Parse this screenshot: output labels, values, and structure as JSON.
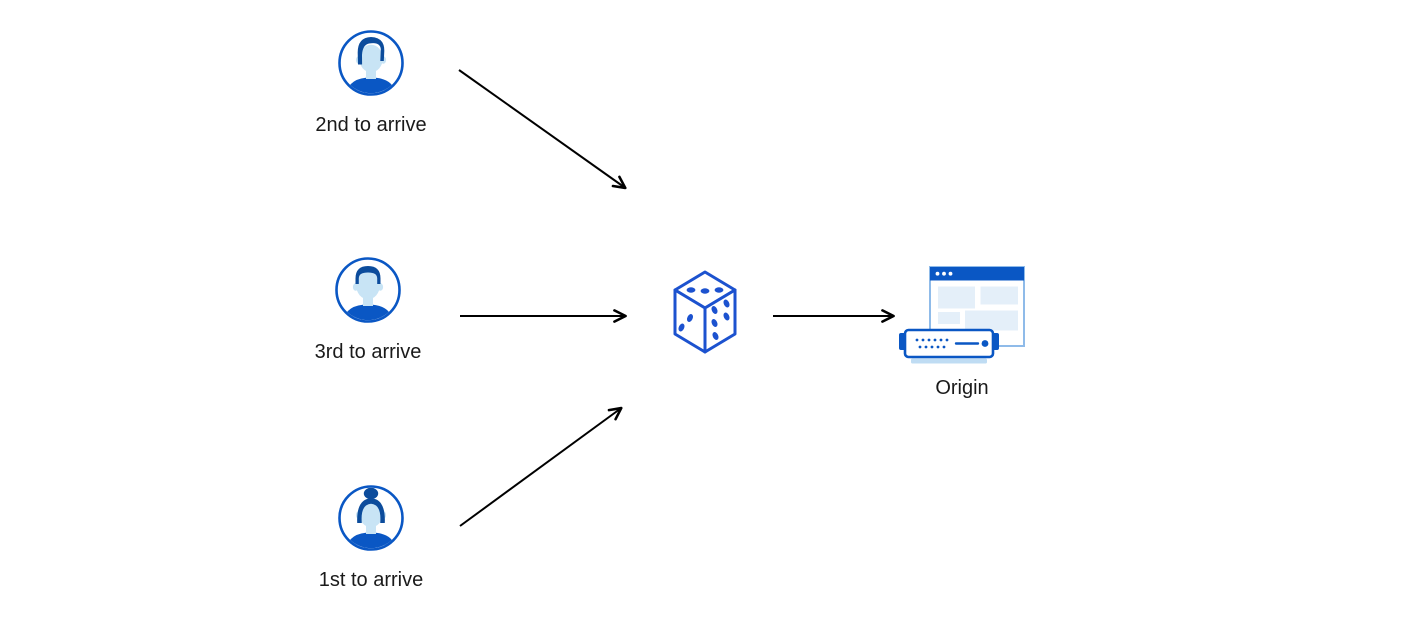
{
  "diagram": {
    "nodes": [
      {
        "id": "user-2nd",
        "label": "2nd to arrive",
        "icon": "user-avatar-icon"
      },
      {
        "id": "user-3rd",
        "label": "3rd to arrive",
        "icon": "user-avatar-icon"
      },
      {
        "id": "user-1st",
        "label": "1st to arrive",
        "icon": "user-avatar-icon"
      },
      {
        "id": "randomizer-dice",
        "icon": "dice-icon"
      },
      {
        "id": "origin",
        "label": "Origin",
        "icon": "origin-server-icon"
      }
    ],
    "connections": [
      {
        "from": "user-2nd",
        "to": "randomizer-dice"
      },
      {
        "from": "user-3rd",
        "to": "randomizer-dice"
      },
      {
        "from": "user-1st",
        "to": "randomizer-dice"
      },
      {
        "from": "randomizer-dice",
        "to": "origin"
      }
    ],
    "colors": {
      "primary_blue": "#0A57C4",
      "dice_blue": "#1C52CF",
      "dark_navy_hair": "#0C4C9C",
      "skin_light_blue": "#C8E4F5",
      "pale_panel_blue": "#E4EFF9",
      "window_border_blue": "#8FBBE9",
      "server_base_blue": "#BFDCF3",
      "arrow_black": "#000000",
      "label_text": "#1A1A1A",
      "background": "#FFFFFF"
    }
  }
}
